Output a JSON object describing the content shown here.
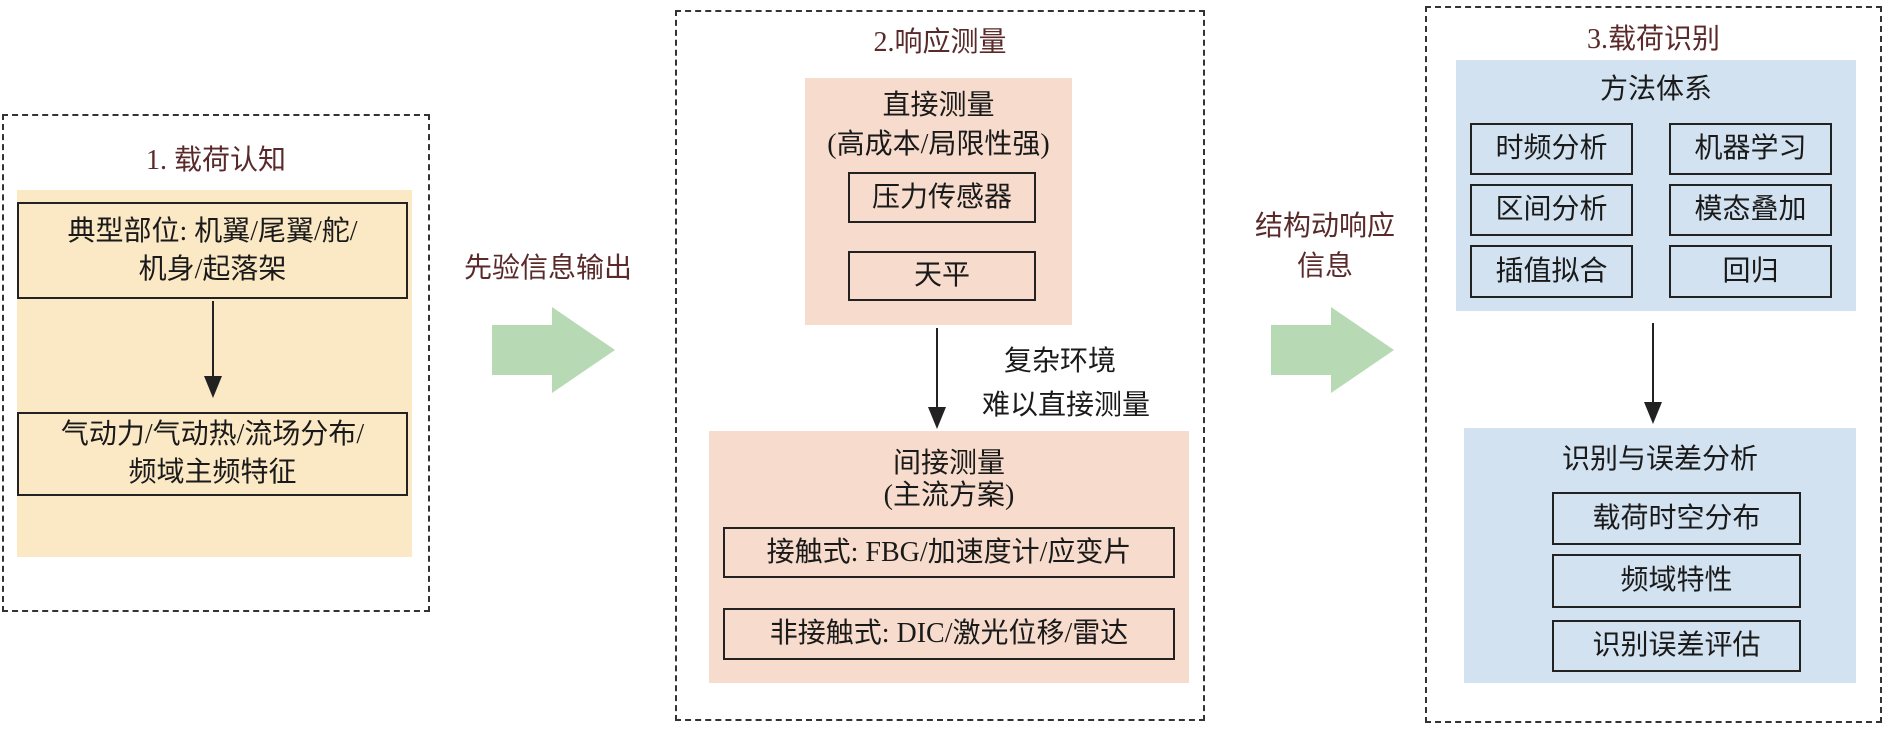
{
  "stage1": {
    "title": "1. 载荷认知",
    "box_a": [
      "典型部位: 机翼/尾翼/舵/",
      "机身/起落架"
    ],
    "box_b": [
      "气动力/气动热/流场分布/",
      "频域主频特征"
    ]
  },
  "arrow1_label": "先验信息输出",
  "stage2": {
    "title": "2.响应测量",
    "direct": {
      "title": "直接测量",
      "subtitle": "(高成本/局限性强)",
      "items": [
        "压力传感器",
        "天平"
      ]
    },
    "transition": [
      "复杂环境",
      "难以直接测量"
    ],
    "indirect": {
      "title": "间接测量",
      "subtitle": "(主流方案)",
      "items": [
        "接触式: FBG/加速度计/应变片",
        "非接触式: DIC/激光位移/雷达"
      ]
    }
  },
  "arrow2_label": [
    "结构动响应",
    "信息"
  ],
  "stage3": {
    "title": "3.载荷识别",
    "methods": {
      "title": "方法体系",
      "items": [
        "时频分析",
        "机器学习",
        "区间分析",
        "模态叠加",
        "插值拟合",
        "回归"
      ]
    },
    "analysis": {
      "title": "识别与误差分析",
      "items": [
        "载荷时空分布",
        "频域特性",
        "识别误差评估"
      ]
    }
  },
  "colors": {
    "yellow": "#fbe8c5",
    "pink": "#f7dccd",
    "blue": "#d3e2f0",
    "green": "#b7d9b4",
    "title": "#5a2a2a"
  }
}
